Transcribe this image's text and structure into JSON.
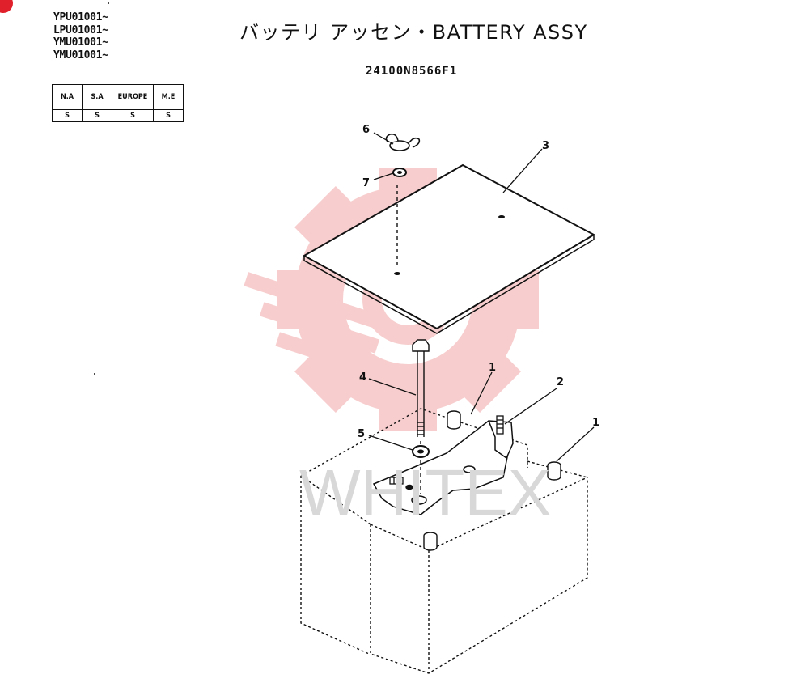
{
  "serials": [
    "YPU01001~",
    "LPU01001~",
    "YMU01001~",
    "YMU01001~"
  ],
  "regions": {
    "headers": [
      "N.A",
      "S.A",
      "EUROPE",
      "M.E"
    ],
    "values": [
      "S",
      "S",
      "S",
      "S"
    ]
  },
  "title": "バッテリ アッセン・BATTERY ASSY",
  "part_number": "24100N8566F1",
  "callouts": {
    "c1a": "1",
    "c1b": "1",
    "c2": "2",
    "c3": "3",
    "c4": "4",
    "c5": "5",
    "c6": "6",
    "c7": "7"
  },
  "watermark": "WHITEX",
  "colors": {
    "watermark": "#f6c4c4",
    "line": "#111111",
    "badge": "#e0202a"
  }
}
